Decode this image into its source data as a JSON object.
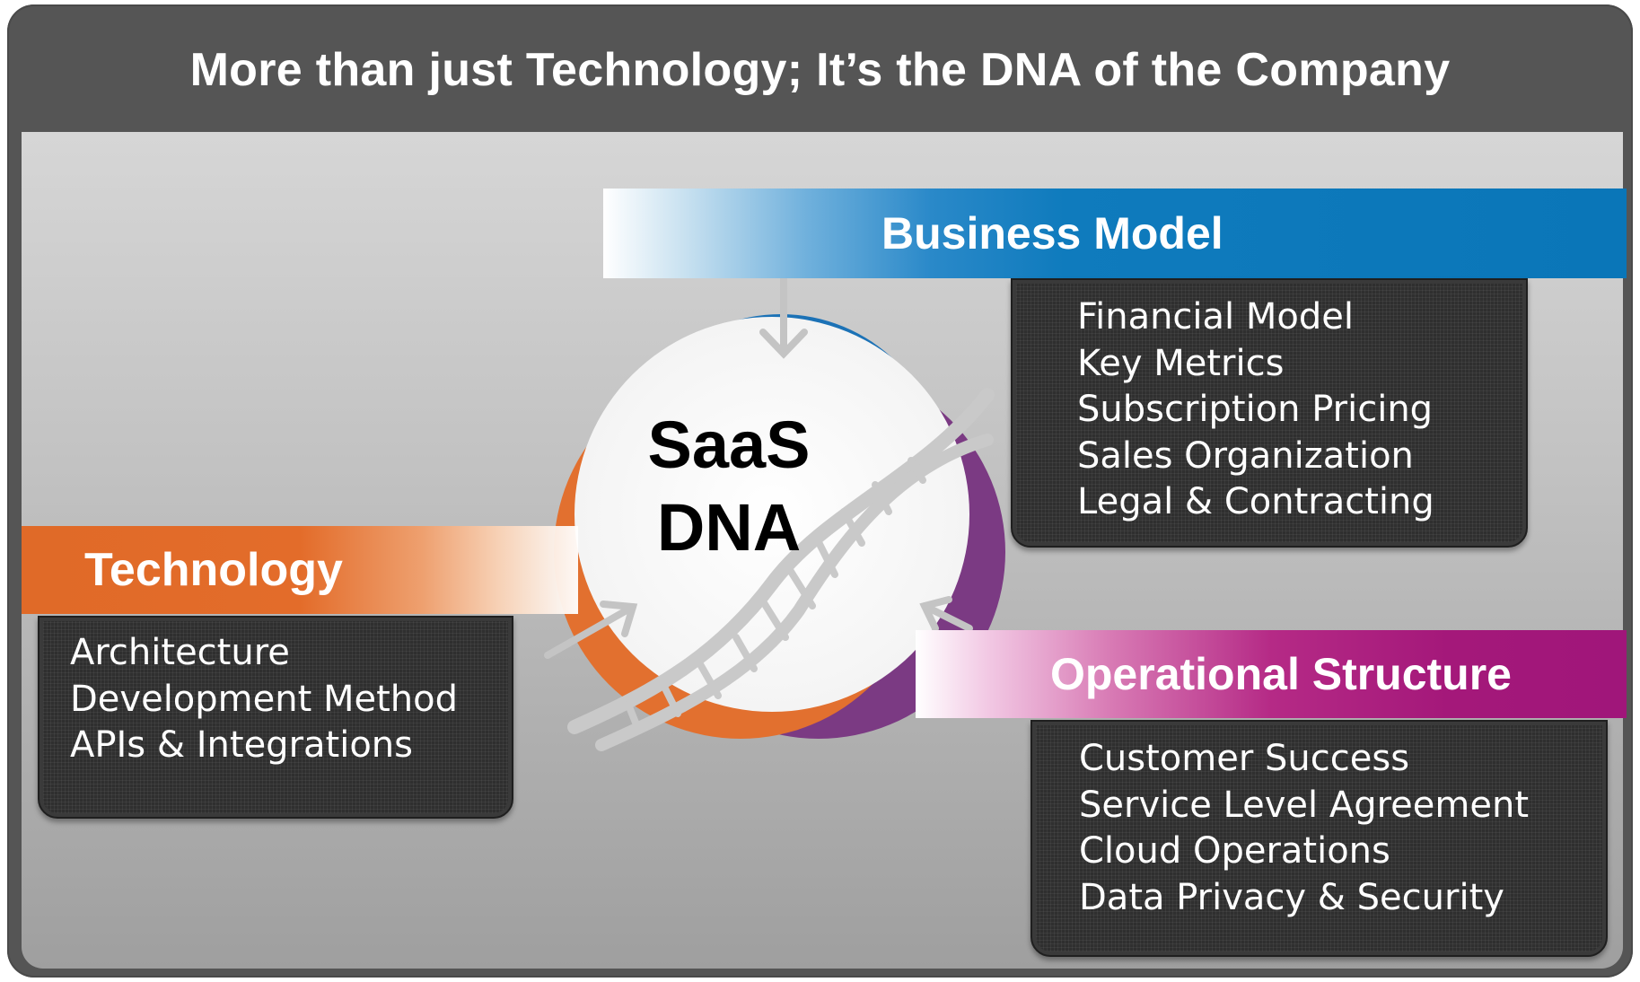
{
  "title": "More than just Technology; It’s the DNA of the Company",
  "center": {
    "line1": "SaaS",
    "line2": "DNA"
  },
  "business_model": {
    "label": "Business Model",
    "items": [
      "Financial Model",
      "Key Metrics",
      "Subscription Pricing",
      "Sales Organization",
      "Legal & Contracting"
    ]
  },
  "technology": {
    "label": "Technology",
    "items": [
      "Architecture",
      "Development Method",
      "APIs & Integrations"
    ]
  },
  "operational_structure": {
    "label": "Operational Structure",
    "items": [
      "Customer Success",
      "Service Level Agreement",
      "Cloud Operations",
      "Data Privacy & Security"
    ]
  },
  "colors": {
    "frame": "#555555",
    "business_model": "#0a76b8",
    "technology": "#e36c2a",
    "operational_structure": "#a0167a",
    "box": "#2f2f2f"
  }
}
